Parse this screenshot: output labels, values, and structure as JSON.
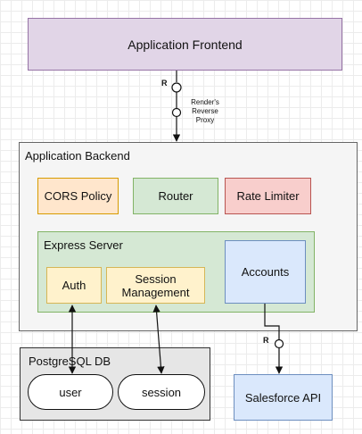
{
  "frontend": {
    "label": "Application Frontend"
  },
  "proxy": {
    "r_label": "R",
    "caption": [
      "Render's",
      "Reverse",
      "Proxy"
    ]
  },
  "backend": {
    "title": "Application Backend",
    "cors": "CORS Policy",
    "router": "Router",
    "rate_limiter": "Rate Limiter",
    "express": {
      "title": "Express Server",
      "auth": "Auth",
      "session": [
        "Session",
        "Management"
      ],
      "accounts": "Accounts"
    }
  },
  "salesforce": {
    "r_label": "R",
    "label": "Salesforce API"
  },
  "database": {
    "title": "PostgreSQL DB",
    "tables": [
      "user",
      "session"
    ]
  },
  "colors": {
    "frontend_fill": "#e1d5e7",
    "frontend_stroke": "#9673a6",
    "cors_fill": "#ffe6cc",
    "cors_stroke": "#d79b00",
    "green_fill": "#d5e8d4",
    "green_stroke": "#82b366",
    "red_fill": "#f8cecc",
    "red_stroke": "#b85450",
    "yellow_fill": "#fff2cc",
    "yellow_stroke": "#d6b656",
    "blue_fill": "#dae8fc",
    "blue_stroke": "#6c8ebf",
    "gray_fill": "#f5f5f5",
    "gray_stroke": "#666666",
    "db_fill": "#e6e6e6"
  }
}
